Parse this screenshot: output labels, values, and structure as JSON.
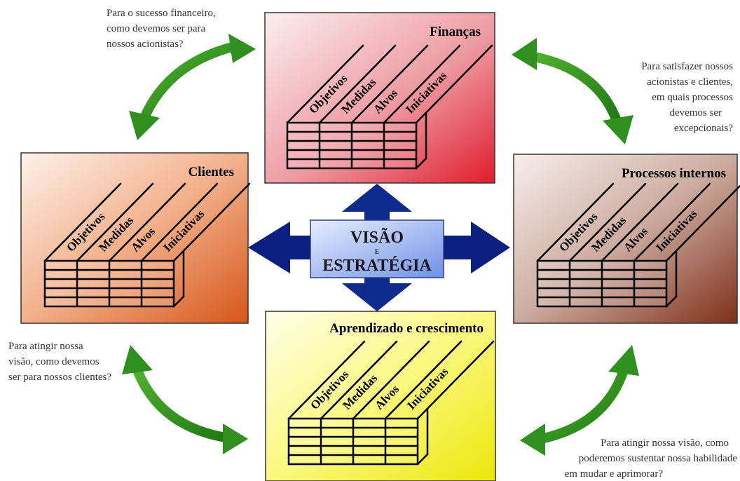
{
  "center": {
    "title": "VISÃO",
    "conjunction": "E",
    "subtitle": "ESTRATÉGIA"
  },
  "columns": [
    "Objetivos",
    "Medidas",
    "Alvos",
    "Iniciativas"
  ],
  "panels": {
    "financas": {
      "title": "Finanças",
      "color": "#e2303f"
    },
    "clientes": {
      "title": "Clientes",
      "color": "#d85a1c"
    },
    "processos": {
      "title": "Processos internos",
      "color": "#8a3a24"
    },
    "aprendizado": {
      "title": "Aprendizado e crescimento",
      "color": "#f0ee10"
    }
  },
  "questions": {
    "top_left": [
      "Para o sucesso financeiro,",
      "como devemos ser para",
      "nossos acionistas?"
    ],
    "top_right": [
      "Para satisfazer nossos",
      "acionistas e clientes,",
      "em quais processos",
      "devemos ser",
      "excepcionais?"
    ],
    "bottom_left": [
      "Para atingir nossa",
      "visão, como devemos",
      "ser para nossos clientes?"
    ],
    "bottom_right": [
      "Para atingir nossa visão, como",
      "poderemos sustentar nossa habilidade",
      "em mudar e aprimorar?"
    ]
  },
  "colors": {
    "arrow_green": "#2f8f1f",
    "arrow_blue": "#0a1f80",
    "center_box": "#7f9fe8"
  }
}
